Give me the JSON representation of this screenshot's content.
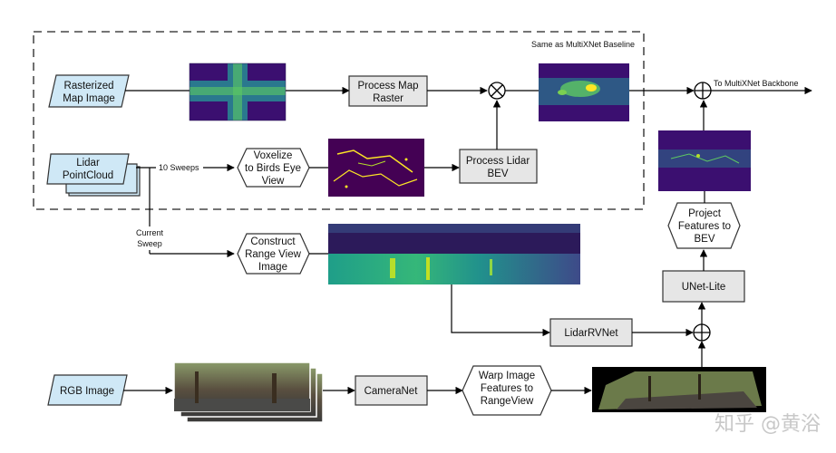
{
  "region_label": "Same as MultiXNet Baseline",
  "inputs": {
    "map": [
      "Rasterized",
      "Map Image"
    ],
    "lidar": [
      "Lidar",
      "PointCloud"
    ],
    "rgb": [
      "RGB Image"
    ]
  },
  "steps": {
    "voxelize": [
      "Voxelize",
      "to Birds Eye",
      "View"
    ],
    "process_map": [
      "Process Map",
      "Raster"
    ],
    "process_lidar": [
      "Process Lidar",
      "BEV"
    ],
    "range_view": [
      "Construct",
      "Range View",
      "Image"
    ],
    "camera_net": [
      "CameraNet"
    ],
    "warp": [
      "Warp Image",
      "Features to",
      "RangeView"
    ],
    "lidar_rv_net": [
      "LidarRVNet"
    ],
    "unet": [
      "UNet-Lite"
    ],
    "project": [
      "Project",
      "Features to",
      "BEV"
    ]
  },
  "edge_labels": {
    "sweeps": "10 Sweeps",
    "current": [
      "Current",
      "Sweep"
    ],
    "output": "To MultiXNet Backbone"
  },
  "watermark": "知乎 @黄浴",
  "colors": {
    "input_fill": "#cfe8f6",
    "input_stroke": "#333333",
    "box_fill": "#e6e6e6",
    "viridis_dark": "#440154",
    "viridis_mid": "#21918c",
    "viridis_light": "#fde725"
  }
}
